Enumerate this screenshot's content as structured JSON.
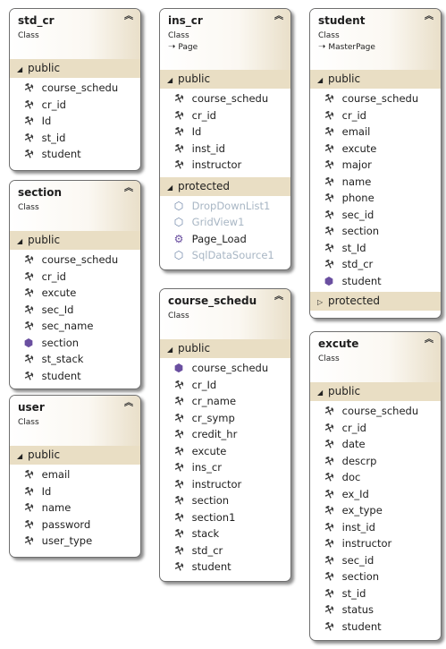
{
  "icons": {
    "collapse": "double-chevron-up-icon",
    "property": "wrench-icon",
    "field": "cube-icon",
    "method": "gear-cube-icon",
    "control": "grid-cube-icon",
    "inheritance": "inheritance-arrow-icon"
  },
  "colors": {
    "section_bg": "#e9dec4",
    "dim_text": "#a8b6c4"
  },
  "classes": {
    "std_cr": {
      "name": "std_cr",
      "stereotype": "Class",
      "public": {
        "label": "public",
        "members": [
          "course_schedu",
          "cr_id",
          "Id",
          "st_id",
          "student"
        ]
      }
    },
    "ins_cr": {
      "name": "ins_cr",
      "stereotype": "Class",
      "base": "Page",
      "public": {
        "label": "public",
        "members": [
          "course_schedu",
          "cr_id",
          "Id",
          "inst_id",
          "instructor"
        ]
      },
      "protected": {
        "label": "protected",
        "members": [
          "DropDownList1",
          "GridView1",
          "Page_Load",
          "SqlDataSource1"
        ]
      }
    },
    "student": {
      "name": "student",
      "stereotype": "Class",
      "base": "MasterPage",
      "public": {
        "label": "public",
        "members": [
          "course_schedu",
          "cr_id",
          "email",
          "excute",
          "major",
          "name",
          "phone",
          "sec_id",
          "section",
          "st_Id",
          "std_cr",
          "student"
        ]
      },
      "protected": {
        "label": "protected"
      }
    },
    "section": {
      "name": "section",
      "stereotype": "Class",
      "public": {
        "label": "public",
        "members": [
          "course_schedu",
          "cr_id",
          "excute",
          "sec_Id",
          "sec_name",
          "section",
          "st_stack",
          "student"
        ]
      }
    },
    "user": {
      "name": "user",
      "stereotype": "Class",
      "public": {
        "label": "public",
        "members": [
          "email",
          "Id",
          "name",
          "password",
          "user_type"
        ]
      }
    },
    "course_schedu": {
      "name": "course_schedu",
      "stereotype": "Class",
      "public": {
        "label": "public",
        "members": [
          "course_schedu",
          "cr_Id",
          "cr_name",
          "cr_symp",
          "credit_hr",
          "excute",
          "ins_cr",
          "instructor",
          "section",
          "section1",
          "stack",
          "std_cr",
          "student"
        ]
      }
    },
    "excute": {
      "name": "excute",
      "stereotype": "Class",
      "public": {
        "label": "public",
        "members": [
          "course_schedu",
          "cr_id",
          "date",
          "descrp",
          "doc",
          "ex_Id",
          "ex_type",
          "inst_id",
          "instructor",
          "sec_id",
          "section",
          "st_id",
          "status",
          "student"
        ]
      }
    }
  }
}
